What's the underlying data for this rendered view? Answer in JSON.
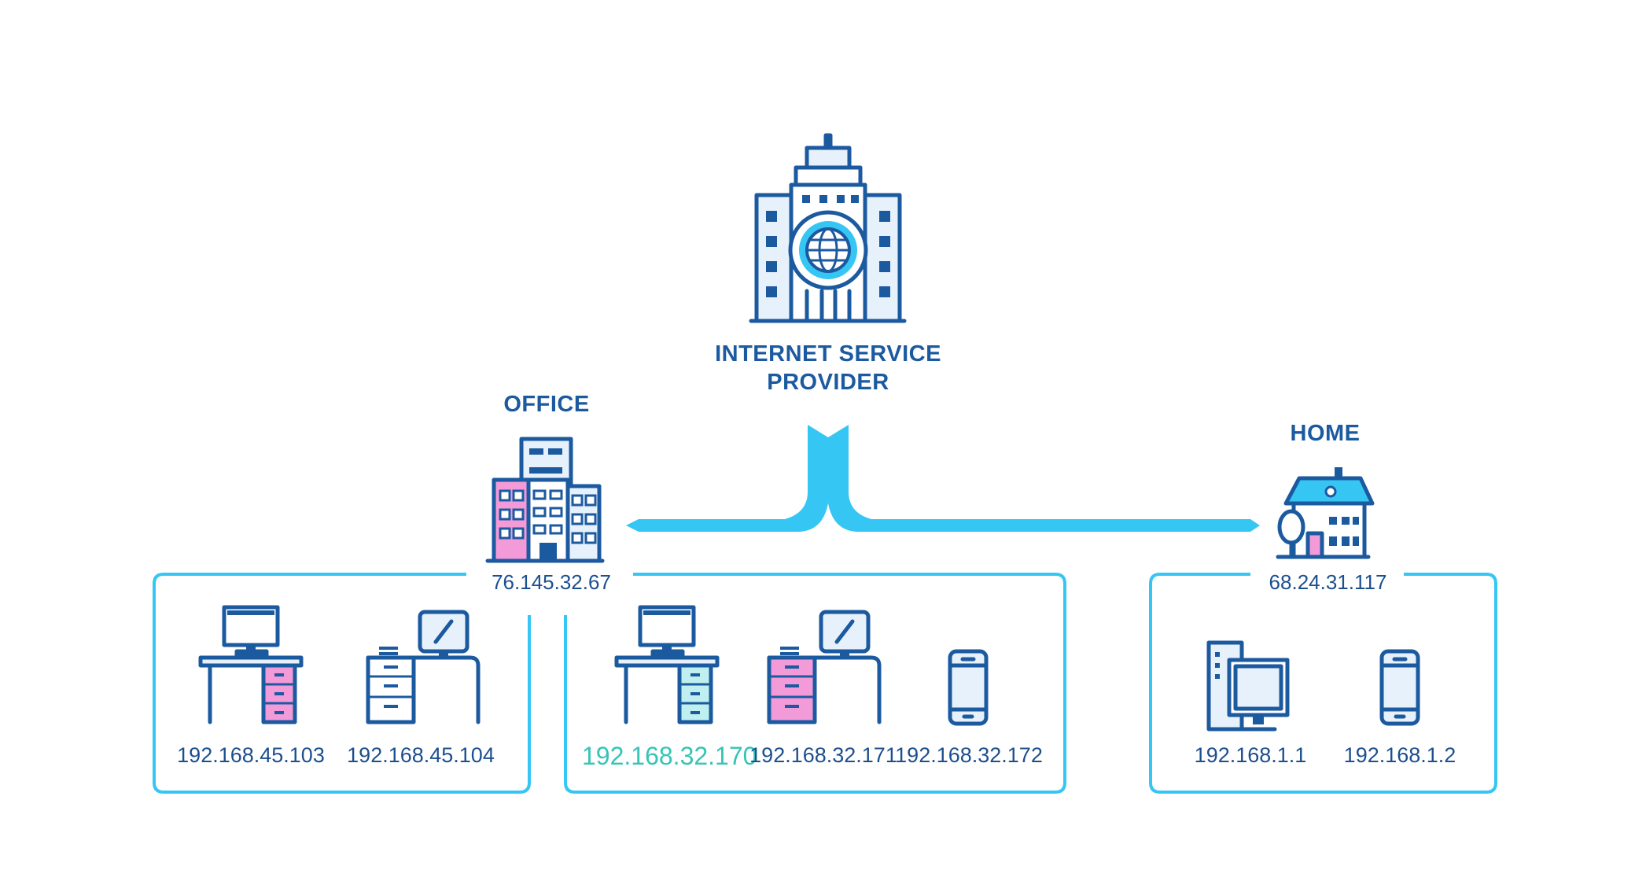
{
  "isp": {
    "label_line1": "INTERNET SERVICE",
    "label_line2": "PROVIDER"
  },
  "office": {
    "label": "OFFICE",
    "public_ip": "76.145.32.67",
    "network_a": {
      "devices": [
        {
          "type": "desk-computer",
          "ip": "192.168.45.103"
        },
        {
          "type": "desk-computer",
          "ip": "192.168.45.104"
        }
      ]
    },
    "network_b": {
      "devices": [
        {
          "type": "desk-computer",
          "ip": "192.168.32.170",
          "highlighted": true
        },
        {
          "type": "desk-computer",
          "ip": "192.168.32.171"
        },
        {
          "type": "smartphone",
          "ip": "192.168.32.172"
        }
      ]
    }
  },
  "home": {
    "label": "HOME",
    "public_ip": "68.24.31.117",
    "devices": [
      {
        "type": "desktop-tower",
        "ip": "192.168.1.1"
      },
      {
        "type": "smartphone",
        "ip": "192.168.1.2"
      }
    ]
  },
  "colors": {
    "accent_line": "#36c6f4",
    "icon_stroke": "#1c5aa0",
    "icon_fill": "#e6f1fb",
    "pink": "#f39ad9",
    "teal_highlight": "#35c4b5"
  }
}
